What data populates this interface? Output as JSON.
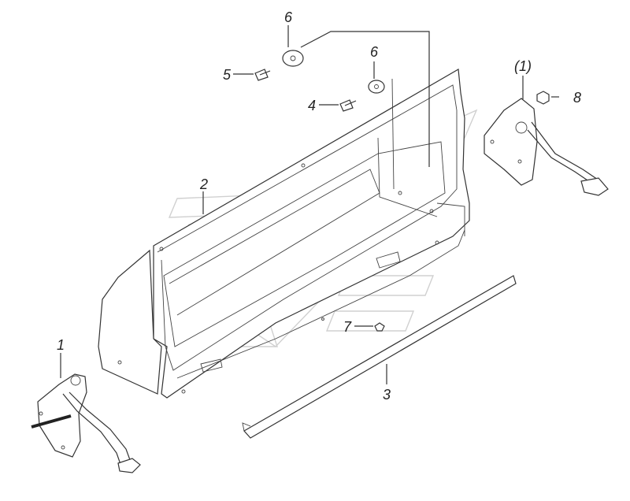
{
  "callouts": {
    "hinge_left": "1",
    "hinge_right": "(1)",
    "panel": "2",
    "strip": "3",
    "bolt_4": "4",
    "bolt_5": "5",
    "washer_upper": "6",
    "washer_lower": "6",
    "rivet": "7",
    "nut": "8"
  },
  "colors": {
    "line": "#333333",
    "watermark": "#d0d0d0",
    "background": "#ffffff"
  }
}
